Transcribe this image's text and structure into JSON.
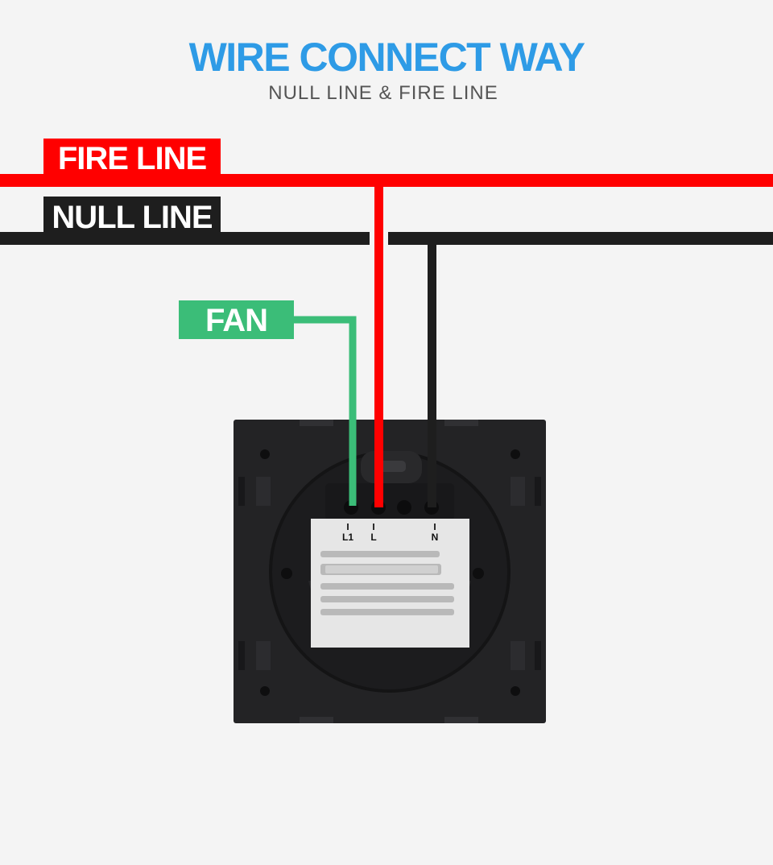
{
  "header": {
    "title": "WIRE CONNECT WAY",
    "subtitle": "NULL LINE & FIRE LINE"
  },
  "labels": {
    "fire_line": "FIRE LINE",
    "null_line": "NULL LINE",
    "fan": "FAN"
  },
  "terminals": {
    "l1": "L1",
    "l": "L",
    "n": "N"
  },
  "colors": {
    "title": "#2e9be6",
    "fire": "#ff0000",
    "null": "#1e1e1e",
    "fan": "#3bbd78",
    "panel": "#232325"
  }
}
